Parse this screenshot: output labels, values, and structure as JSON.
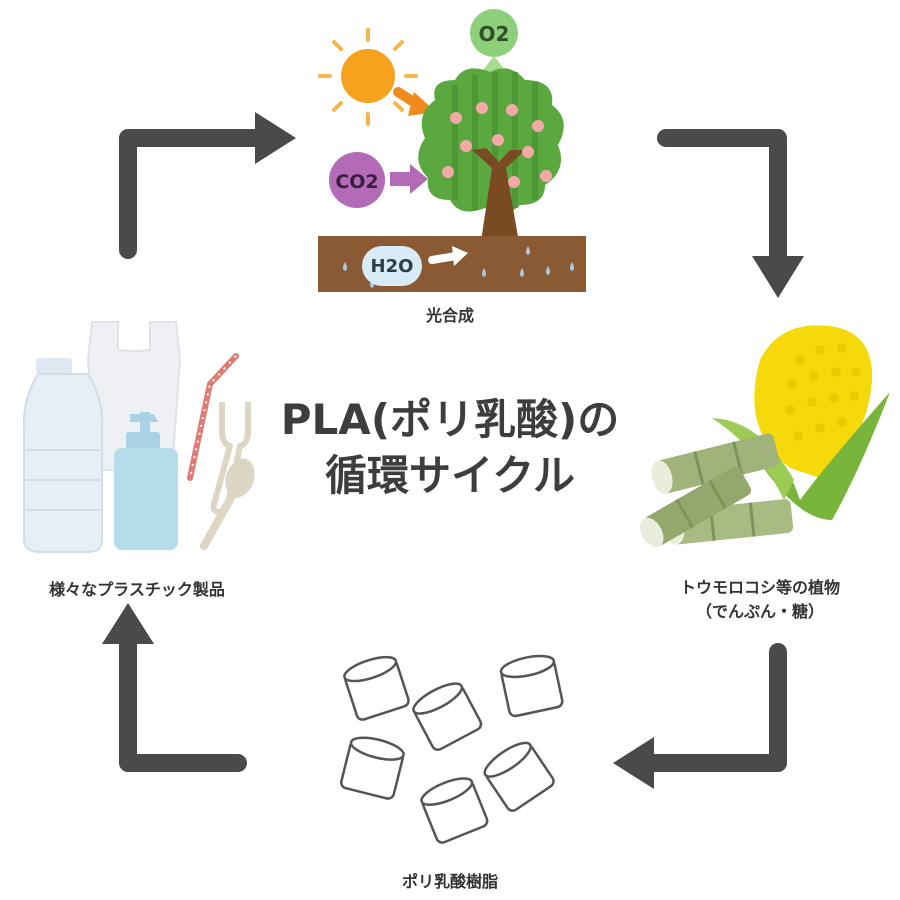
{
  "title": {
    "line1": "PLA(ポリ乳酸)の",
    "line2": "循環サイクル"
  },
  "stages": {
    "photosynthesis": {
      "label": "光合成",
      "badges": {
        "o2": "O2",
        "co2": "CO2",
        "h2o": "H2O"
      }
    },
    "plants": {
      "label_line1": "トウモロコシ等の植物",
      "label_line2": "（でんぷん・糖）"
    },
    "resin": {
      "label": "ポリ乳酸樹脂"
    },
    "products": {
      "label": "様々なプラスチック製品"
    }
  },
  "colors": {
    "arrow": "#4a4a4a",
    "text": "#333333",
    "sun": "#f6a21d",
    "leaf": "#5aa83e",
    "fruit": "#f4a8a8",
    "trunk": "#7a4a22",
    "soil": "#8a5a34",
    "co2_badge": "#b36bb8",
    "o2_badge": "#8ed07a",
    "h2o_badge": "#d8ecf7",
    "corn": "#f5d90a",
    "cane": "#9fb37a"
  },
  "icons": {
    "sun": "sun-icon",
    "tree": "tree-icon",
    "corn": "corn-icon",
    "cane": "sugarcane-icon",
    "pellets": "resin-pellet-icon",
    "products": "plastic-products-icon"
  }
}
